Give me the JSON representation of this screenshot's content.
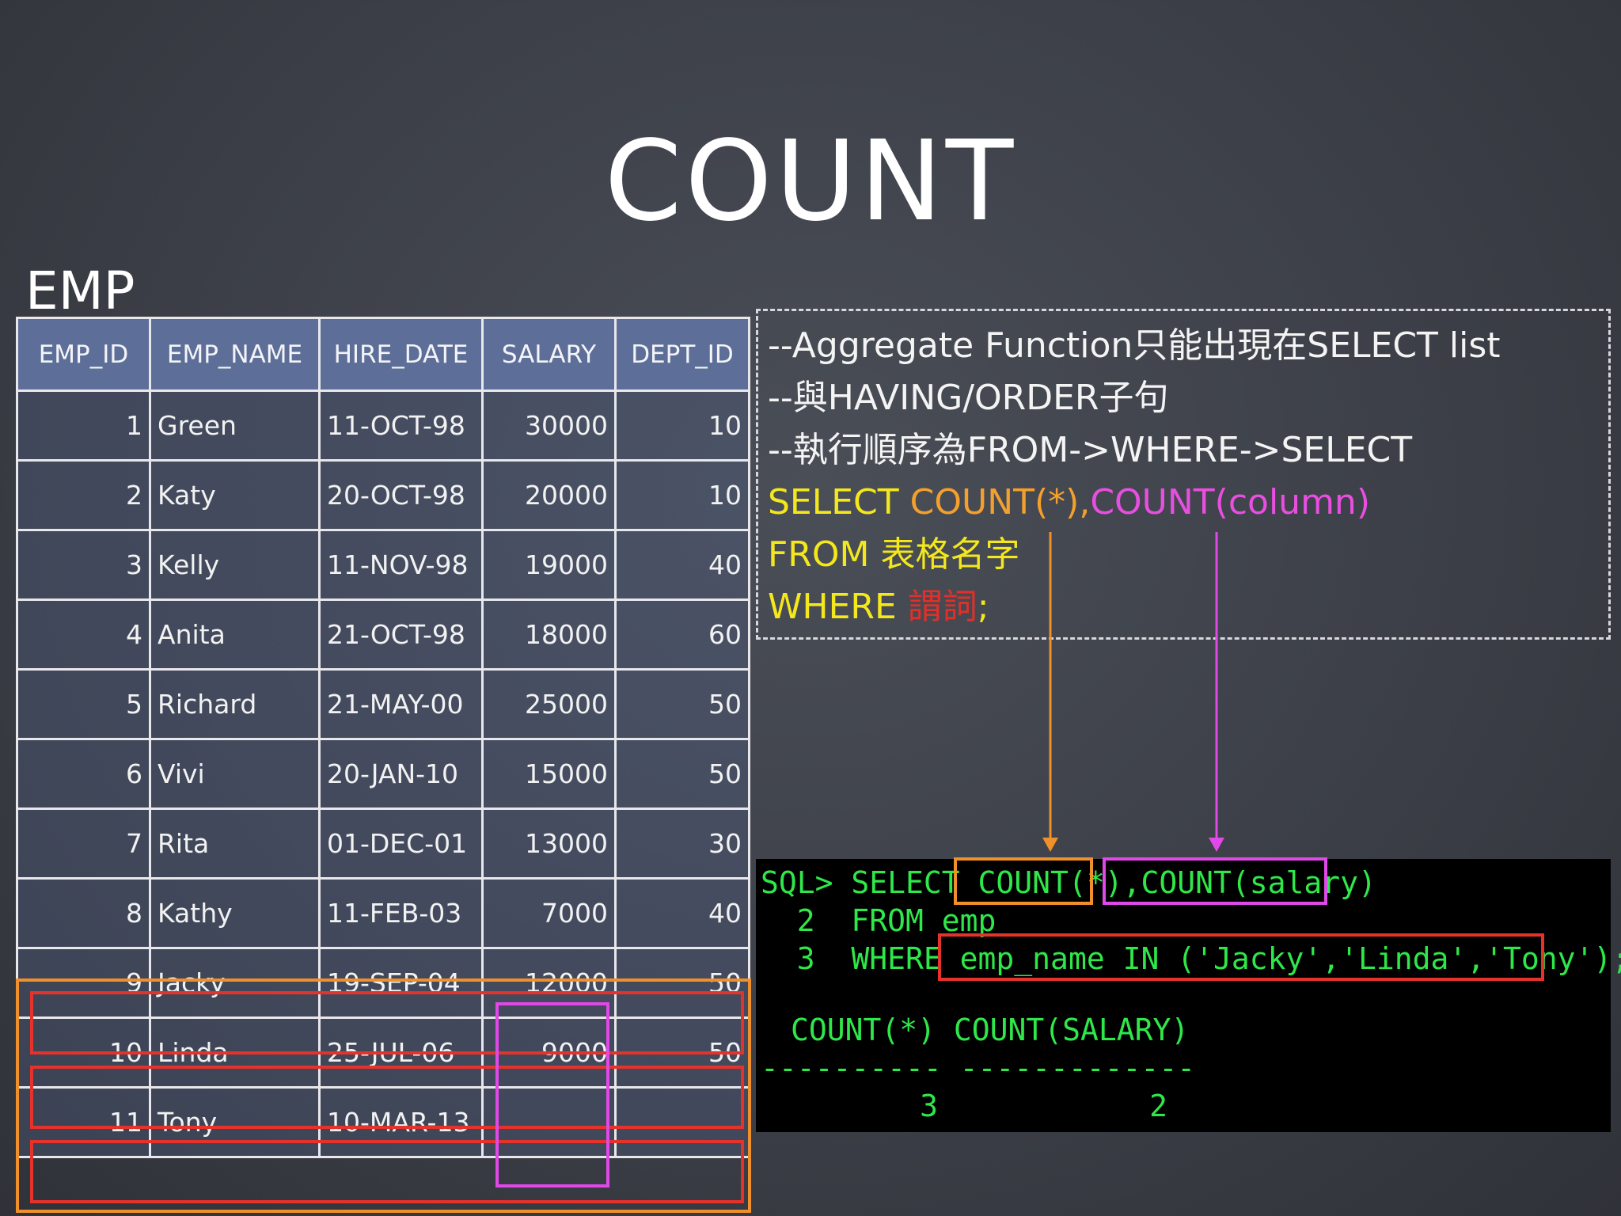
{
  "slide": {
    "title": "COUNT",
    "table_name": "EMP"
  },
  "emp_table": {
    "headers": [
      "EMP_ID",
      "EMP_NAME",
      "HIRE_DATE",
      "SALARY",
      "DEPT_ID"
    ],
    "rows": [
      [
        "1",
        "Green",
        "11-OCT-98",
        "30000",
        "10"
      ],
      [
        "2",
        "Katy",
        "20-OCT-98",
        "20000",
        "10"
      ],
      [
        "3",
        "Kelly",
        "11-NOV-98",
        "19000",
        "40"
      ],
      [
        "4",
        "Anita",
        "21-OCT-98",
        "18000",
        "60"
      ],
      [
        "5",
        "Richard",
        "21-MAY-00",
        "25000",
        "50"
      ],
      [
        "6",
        "Vivi",
        "20-JAN-10",
        "15000",
        "50"
      ],
      [
        "7",
        "Rita",
        "01-DEC-01",
        "13000",
        "30"
      ],
      [
        "8",
        "Kathy",
        "11-FEB-03",
        "7000",
        "40"
      ],
      [
        "9",
        "Jacky",
        "19-SEP-04",
        "12000",
        "50"
      ],
      [
        "10",
        "Linda",
        "25-JUL-06",
        "9000",
        "50"
      ],
      [
        "11",
        "Tony",
        "10-MAR-13",
        "",
        ""
      ]
    ]
  },
  "syntax": {
    "comment1": "--Aggregate Function只能出現在SELECT list",
    "comment2": "--與HAVING/ORDER子句",
    "comment3": "--執行順序為FROM->WHERE->SELECT",
    "select_kw": "SELECT ",
    "count_star": "COUNT(*)",
    "comma": ",",
    "count_col": "COUNT(column)",
    "from_kw": "FROM ",
    "from_arg": "表格名字",
    "where_kw": "WHERE ",
    "where_arg": "謂詞",
    "semicolon": ";"
  },
  "terminal": {
    "line1_prompt": "SQL> SELECT ",
    "line1_count_star": "COUNT(*)",
    "line1_comma": ",",
    "line1_count_salary": "COUNT(salary)",
    "line2": "  2  FROM emp",
    "line3_prefix": "  3  WHERE ",
    "line3_predicate": "emp_name IN ('Jacky','Linda','Tony')",
    "line3_semicolon": ";",
    "result_header": "COUNT(*) COUNT(SALARY)",
    "result_dashes": "---------- -------------",
    "result_count_star": "3",
    "result_count_salary": "2"
  },
  "colors": {
    "orange": "#f0902a",
    "magenta": "#e048e8",
    "red": "#e5322a",
    "terminal_green": "#2ee84a"
  }
}
